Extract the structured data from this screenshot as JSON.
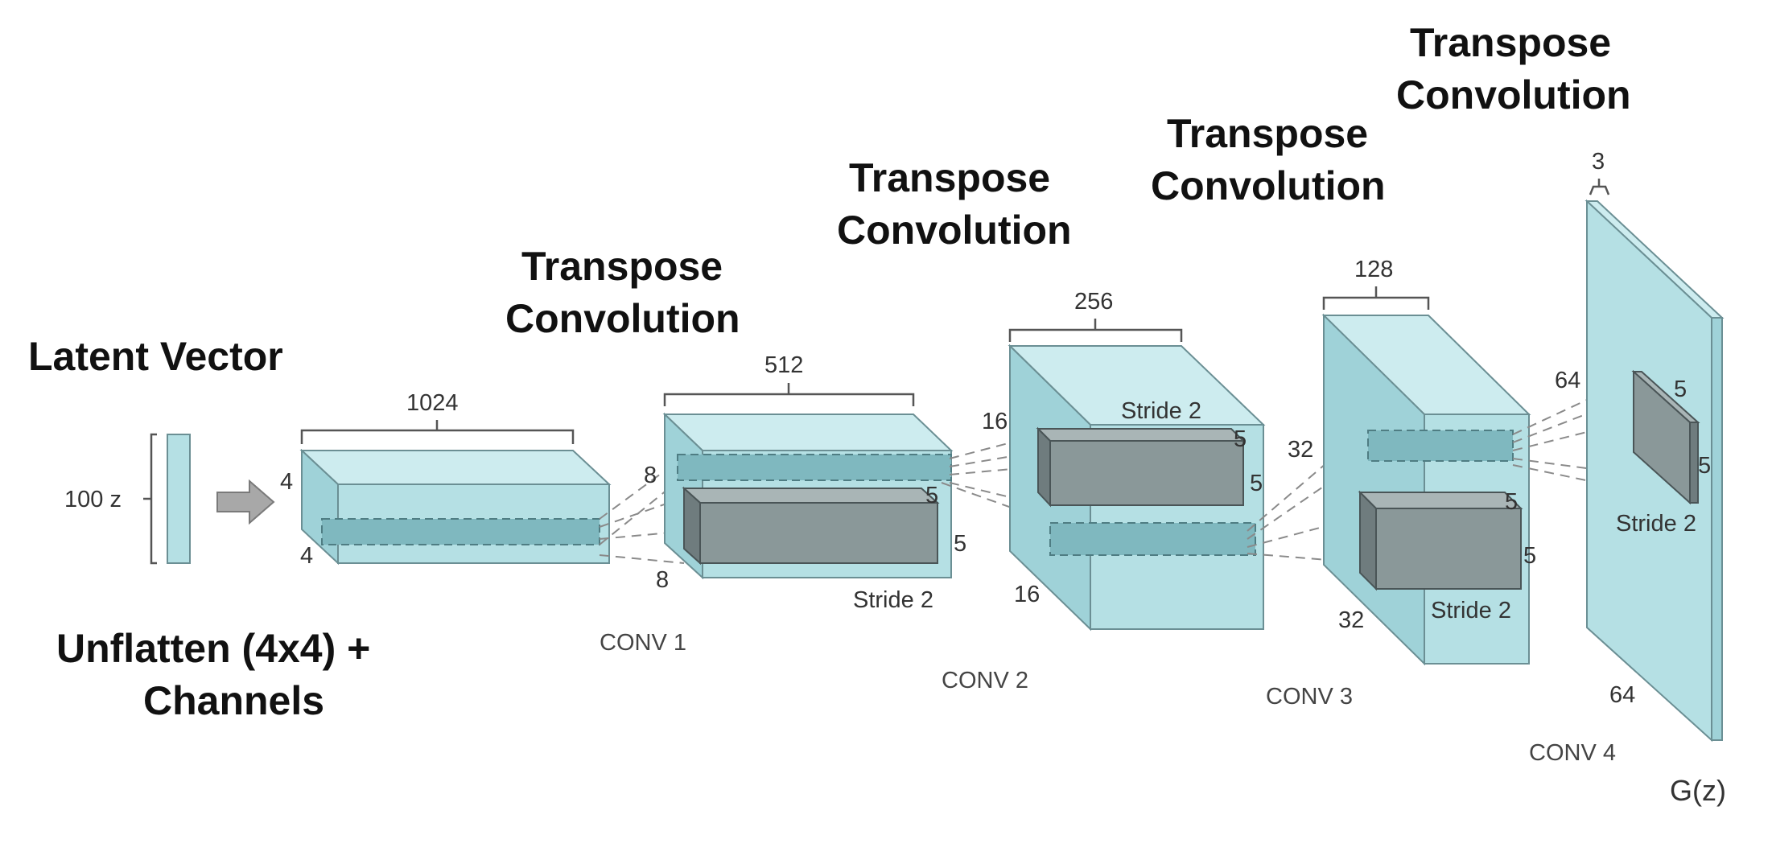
{
  "labels": {
    "latent_vector": "Latent Vector",
    "unflatten_line1": "Unflatten (4x4) +",
    "unflatten_line2": "Channels",
    "transpose_1a": "Transpose",
    "transpose_1b": "Convolution",
    "transpose_2a": "Transpose",
    "transpose_2b": "Convolution",
    "transpose_3a": "Transpose",
    "transpose_3b": "Convolution",
    "transpose_4a": "Transpose",
    "transpose_4b": "Convolution",
    "output": "G(z)"
  },
  "input": {
    "label": "100 z"
  },
  "layers": [
    {
      "id": "proj",
      "depth": "1024",
      "height": "4",
      "width": "4",
      "name": ""
    },
    {
      "id": "conv1",
      "depth": "512",
      "height": "8",
      "width": "8",
      "name": "CONV 1",
      "kernel_h": "5",
      "kernel_w": "5",
      "stride": "Stride 2"
    },
    {
      "id": "conv2",
      "depth": "256",
      "height": "16",
      "width": "16",
      "name": "CONV 2",
      "kernel_h": "5",
      "kernel_w": "5",
      "stride": "Stride 2"
    },
    {
      "id": "conv3",
      "depth": "128",
      "height": "32",
      "width": "32",
      "name": "CONV 3",
      "kernel_h": "5",
      "kernel_w": "5",
      "stride": "Stride 2"
    },
    {
      "id": "conv4",
      "depth": "3",
      "height": "64",
      "width": "64",
      "name": "CONV 4",
      "kernel_h": "5",
      "kernel_w": "5",
      "stride": "Stride 2"
    }
  ]
}
